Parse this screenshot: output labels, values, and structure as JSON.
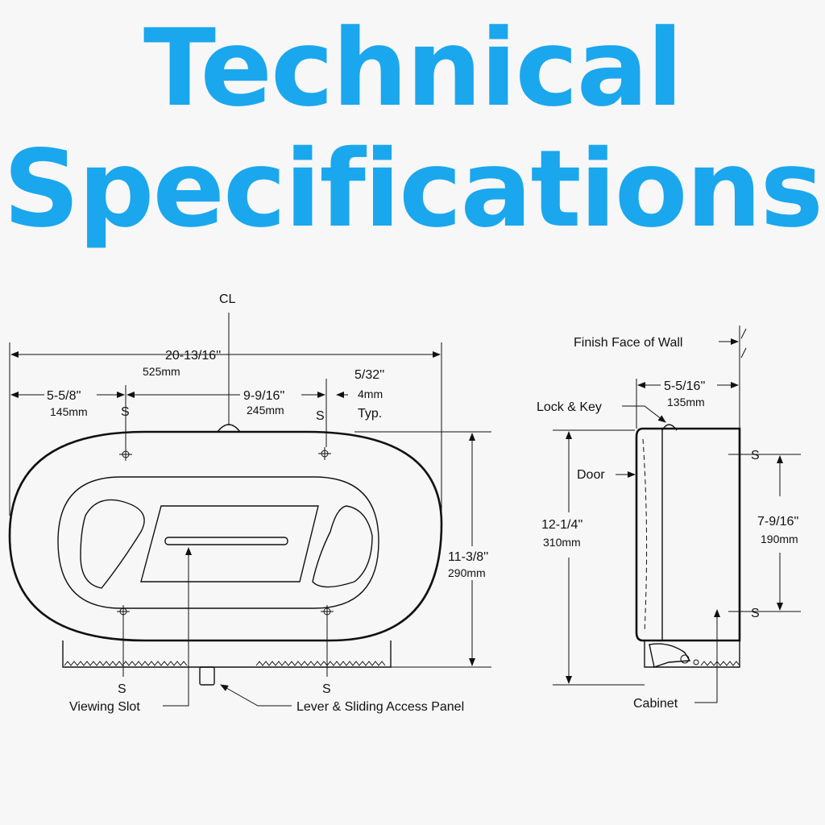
{
  "title": {
    "line1": "Technical",
    "line2": "Specifications"
  },
  "front_view": {
    "centerline_mark": "CL",
    "overall_width": {
      "imperial": "20-13/16''",
      "metric": "525mm"
    },
    "left_offset": {
      "imperial": "5-5/8''",
      "metric": "145mm"
    },
    "center_span": {
      "imperial": "9-9/16''",
      "metric": "245mm"
    },
    "mount_hole": {
      "imperial": "5/32''",
      "metric": "4mm",
      "note": "Typ."
    },
    "height": {
      "imperial": "11-3/8''",
      "metric": "290mm"
    },
    "screw_label": "S",
    "callout_viewing_slot": "Viewing Slot",
    "callout_lever": "Lever & Sliding Access Panel"
  },
  "side_view": {
    "finish_face": "Finish Face of Wall",
    "depth": {
      "imperial": "5-5/16''",
      "metric": "135mm"
    },
    "lock_key": "Lock & Key",
    "door": "Door",
    "height": {
      "imperial": "12-1/4''",
      "metric": "310mm"
    },
    "screw_spacing": {
      "imperial": "7-9/16''",
      "metric": "190mm"
    },
    "screw_label": "S",
    "cabinet": "Cabinet"
  }
}
